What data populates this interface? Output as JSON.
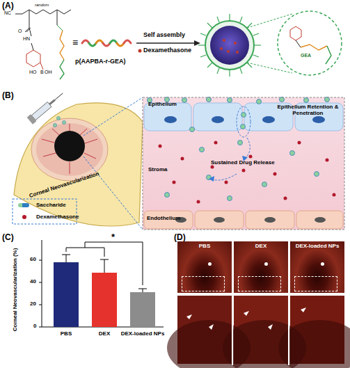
{
  "diagram": {
    "nodes": [
      {
        "text": [
          "Epithelium"
        ]
      },
      {
        "text": [
          "Stroma"
        ]
      },
      {
        "text": [
          "Endothelium"
        ]
      },
      {
        "text": [
          "PBS"
        ]
      },
      {
        "text": [
          "DEX"
        ]
      },
      {
        "text": [
          "DEX-loaded NPs"
        ]
      }
    ],
    "labels": [
      "(A)",
      "p(AAPBA-r-GEA)",
      "Self assembly",
      "Dexamethasone",
      "GEA",
      "(B)",
      "Corneal Neovascularization",
      "Epithelium Retention & Penetration",
      "Sustained Drug Release",
      "(C)",
      "Corneal Neovascularization (%)",
      "0",
      "20",
      "40",
      "60",
      "PBS",
      "DEX",
      "DEX-loaded NPs",
      "*",
      "(D)",
      "random",
      "NC",
      "O",
      "HN",
      "HO",
      "B",
      "OH"
    ],
    "legend": [
      {
        "text": "Saccharide"
      },
      {
        "text": "Dexamethasone"
      }
    ]
  }
}
